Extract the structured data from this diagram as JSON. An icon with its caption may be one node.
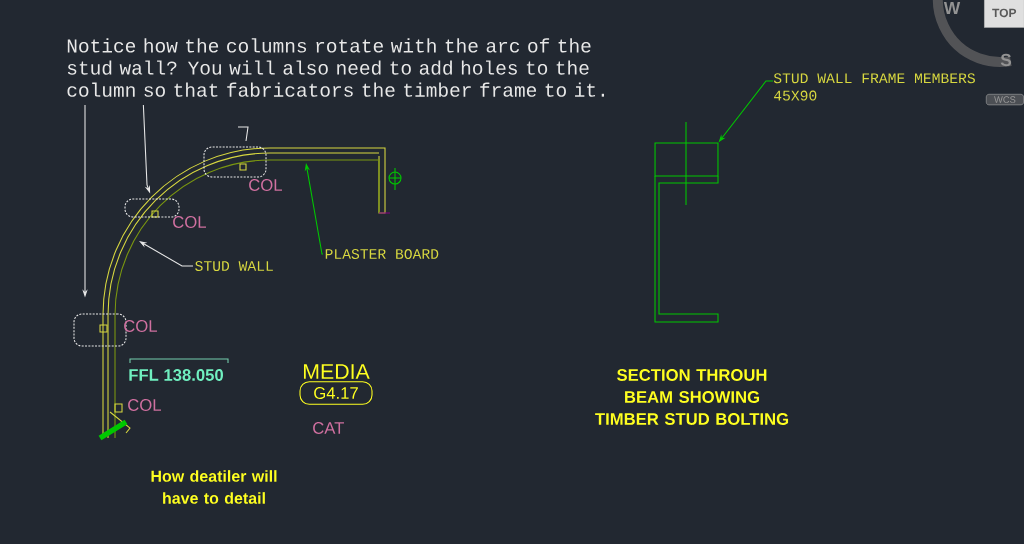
{
  "diagram": {
    "nodes": [
      {
        "text": [
          "Notice how the columns rotate with the arc of the stud wall? You will also need to add holes to the column so that fabricators the timber frame to it."
        ]
      },
      {
        "text": [],
        "shape": "cloud",
        "beside": [
          "COL"
        ]
      },
      {
        "text": [],
        "shape": "cloud",
        "beside": [
          "COL"
        ]
      },
      {
        "text": [],
        "shape": "cloud",
        "beside": [
          "COL"
        ]
      },
      {
        "text": [
          "STUD WALL"
        ]
      },
      {
        "text": [
          "PLASTER BOARD"
        ]
      },
      {
        "text": [
          "MEDIA",
          "G4.17"
        ]
      },
      {
        "text": [
          "STUD WALL FRAME MEMBERS",
          "45X90"
        ]
      },
      {
        "text": [],
        "shape": "box"
      },
      {
        "text": [
          "TOP"
        ]
      },
      {
        "text": [
          "WCS"
        ]
      }
    ],
    "edges": [
      {
        "from": 0,
        "to": 3,
        "arrow": "to"
      },
      {
        "from": 0,
        "to": 2,
        "arrow": "to"
      },
      {
        "from": 4,
        "to": null,
        "arrow": "to"
      },
      {
        "from": 5,
        "to": null,
        "arrow": "to",
        "color": "#00c800"
      },
      {
        "from": 7,
        "to": 8,
        "arrow": "to",
        "color": "#00c800"
      }
    ],
    "labels": [
      "W",
      "S",
      "FFL 138.050",
      "COL",
      "CAT",
      "How deatiler will have to detail",
      "SECTION THROUH BEAM SHOWING TIMBER STUD BOLTING"
    ]
  }
}
